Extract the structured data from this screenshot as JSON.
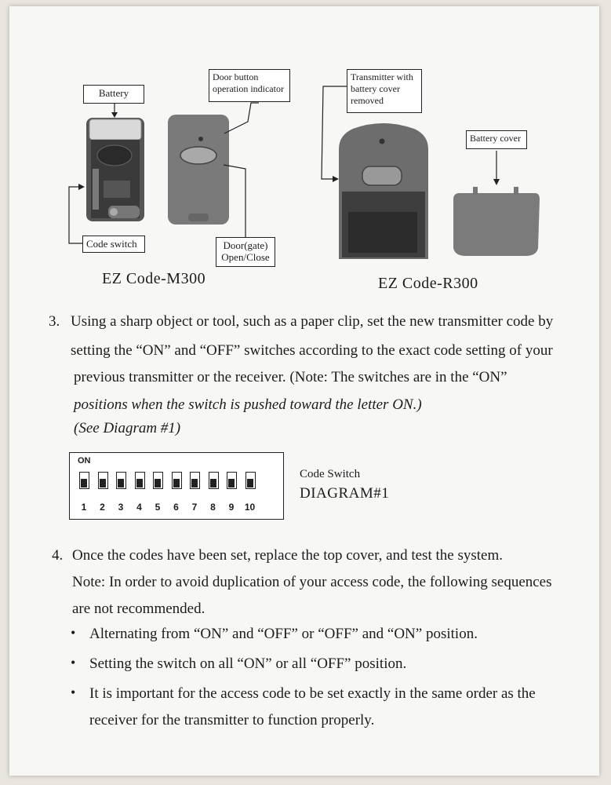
{
  "diagram": {
    "callouts": {
      "battery": "Battery",
      "door_button_l1": "Door button",
      "door_button_l2": "operation indicator",
      "transmitter_l1": "Transmitter with",
      "transmitter_l2": "battery cover",
      "transmitter_l3": "removed",
      "battery_cover": "Battery cover",
      "code_switch": "Code switch",
      "door_gate_l1": "Door(gate)",
      "door_gate_l2": "Open/Close"
    },
    "model_left": "EZ Code-M300",
    "model_right": "EZ Code-R300"
  },
  "step3": {
    "num": "3.",
    "lines": [
      "Using a sharp object or tool, such as a paper clip, set the new transmitter code by",
      "setting the “ON” and “OFF” switches according to the exact code setting of your",
      "previous transmitter or the receiver. (Note: The switches are in the “ON”",
      "positions when the switch is pushed toward the letter ON.)",
      "(See Diagram #1)"
    ]
  },
  "dip": {
    "on_label": "ON",
    "numbers": [
      "1",
      "2",
      "3",
      "4",
      "5",
      "6",
      "7",
      "8",
      "9",
      "10"
    ],
    "caption": "Code Switch",
    "title": "DIAGRAM#1"
  },
  "step4": {
    "num": "4.",
    "lines": [
      "Once the codes have been set, replace the top cover, and test the system.",
      "Note: In order to avoid duplication of your access code, the following sequences",
      "are not recommended."
    ],
    "bullet_char": "•",
    "bullets": [
      "Alternating from “ON” and “OFF” or “OFF” and “ON” position.",
      "Setting the switch on all “ON” or all “OFF” position.",
      "It is important for the access code to be set exactly in the same order as the",
      "receiver for the transmitter to function properly."
    ]
  }
}
